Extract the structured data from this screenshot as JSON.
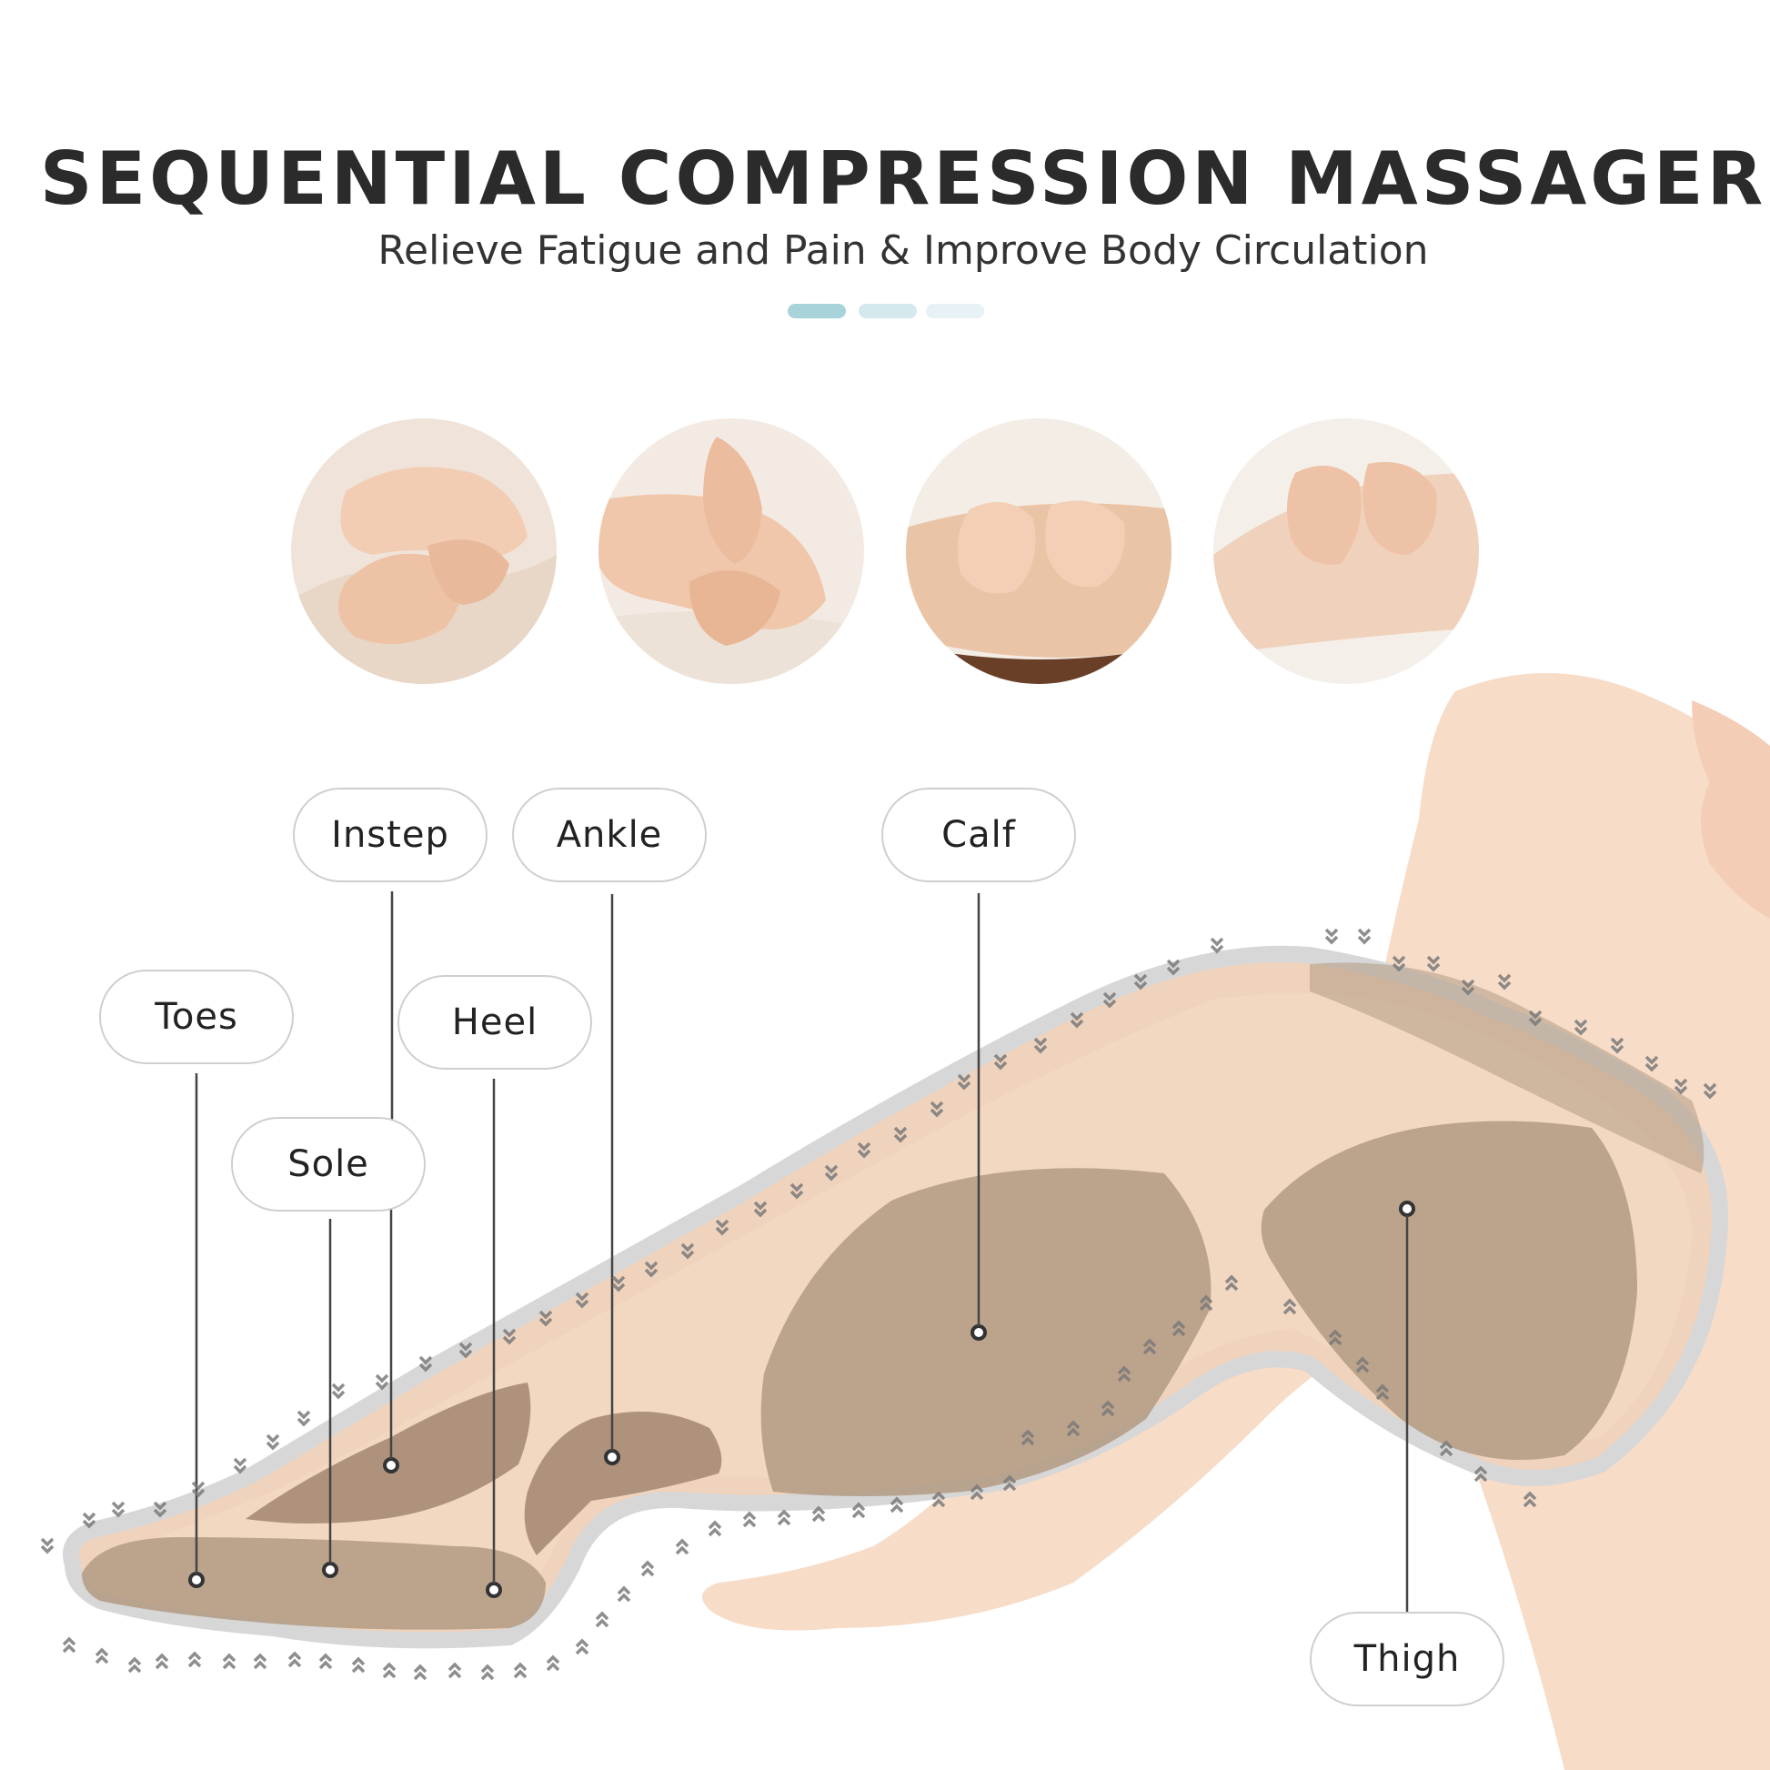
{
  "header": {
    "title": "SEQUENTIAL COMPRESSION MASSAGER",
    "subtitle": "Relieve Fatigue and Pain & Improve Body Circulation"
  },
  "carousel": {
    "dot_colors": [
      "#a9d3da",
      "#d3e9ee",
      "#e6f2f5"
    ]
  },
  "photos": [
    {
      "id": "foot-massage-photo"
    },
    {
      "id": "heel-massage-photo"
    },
    {
      "id": "calf-massage-photo"
    },
    {
      "id": "thigh-massage-photo"
    }
  ],
  "zones": {
    "instep": "Instep",
    "ankle": "Ankle",
    "calf": "Calf",
    "toes": "Toes",
    "heel": "Heel",
    "sole": "Sole",
    "thigh": "Thigh"
  },
  "colors": {
    "skin": "#f5d9c3",
    "zone": "#b39a83",
    "sleeve_outline": "#d7d7d7",
    "chevron": "#7a7a7a"
  }
}
